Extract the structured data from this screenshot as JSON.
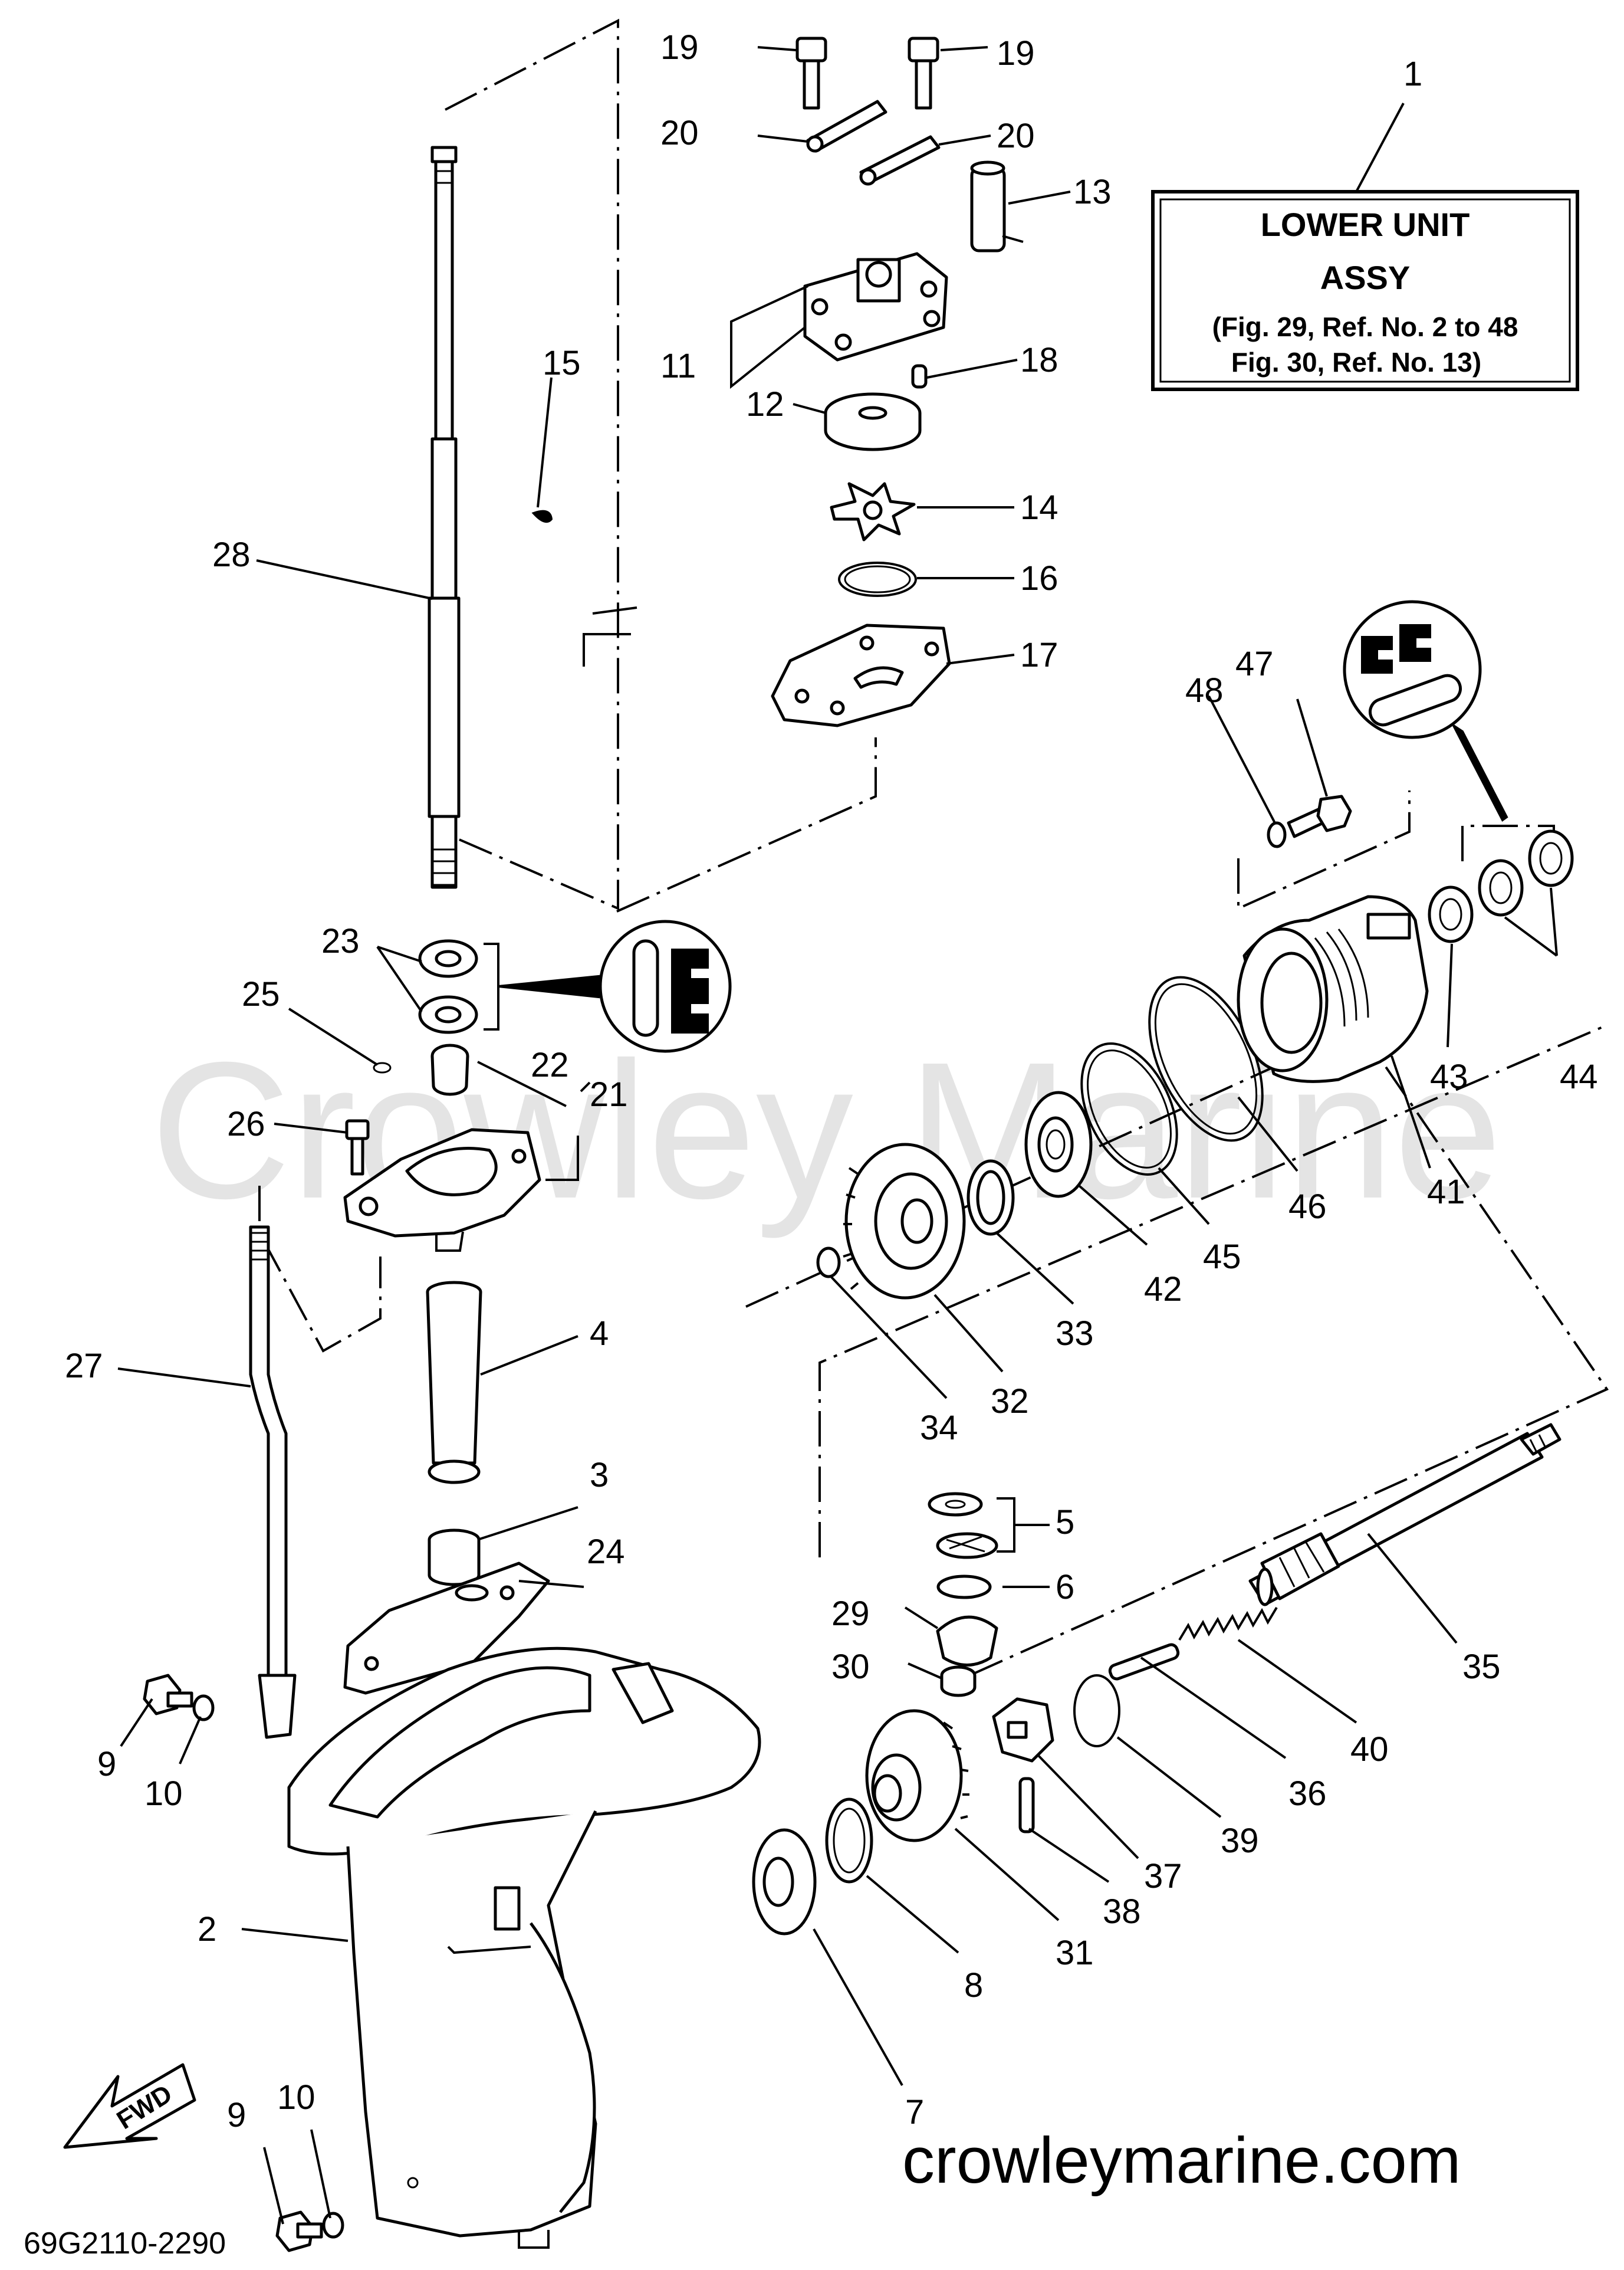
{
  "watermark": "Crowley Marine",
  "site": "crowleymarine.com",
  "diagram_code": "69G2110-2290",
  "fwd_label": "FWD",
  "assy_box": {
    "line1": "LOWER UNIT",
    "line2": "ASSY",
    "line3": "(Fig. 29, Ref. No. 2 to 48",
    "line4": "Fig. 30, Ref. No. 13)"
  },
  "callouts": [
    {
      "id": "c1",
      "text": "1"
    },
    {
      "id": "c2",
      "text": "2"
    },
    {
      "id": "c3",
      "text": "3"
    },
    {
      "id": "c4",
      "text": "4"
    },
    {
      "id": "c5",
      "text": "5"
    },
    {
      "id": "c6",
      "text": "6"
    },
    {
      "id": "c7",
      "text": "7"
    },
    {
      "id": "c8",
      "text": "8"
    },
    {
      "id": "c9a",
      "text": "9"
    },
    {
      "id": "c9b",
      "text": "9"
    },
    {
      "id": "c10a",
      "text": "10"
    },
    {
      "id": "c10b",
      "text": "10"
    },
    {
      "id": "c11",
      "text": "11"
    },
    {
      "id": "c12",
      "text": "12"
    },
    {
      "id": "c13",
      "text": "13"
    },
    {
      "id": "c14",
      "text": "14"
    },
    {
      "id": "c15",
      "text": "15"
    },
    {
      "id": "c16",
      "text": "16"
    },
    {
      "id": "c17",
      "text": "17"
    },
    {
      "id": "c18",
      "text": "18"
    },
    {
      "id": "c19a",
      "text": "19"
    },
    {
      "id": "c19b",
      "text": "19"
    },
    {
      "id": "c20a",
      "text": "20"
    },
    {
      "id": "c20b",
      "text": "20"
    },
    {
      "id": "c21",
      "text": "21"
    },
    {
      "id": "c22",
      "text": "22"
    },
    {
      "id": "c23",
      "text": "23"
    },
    {
      "id": "c24",
      "text": "24"
    },
    {
      "id": "c25",
      "text": "25"
    },
    {
      "id": "c26",
      "text": "26"
    },
    {
      "id": "c27",
      "text": "27"
    },
    {
      "id": "c28",
      "text": "28"
    },
    {
      "id": "c29",
      "text": "29"
    },
    {
      "id": "c30",
      "text": "30"
    },
    {
      "id": "c31",
      "text": "31"
    },
    {
      "id": "c32",
      "text": "32"
    },
    {
      "id": "c33",
      "text": "33"
    },
    {
      "id": "c34",
      "text": "34"
    },
    {
      "id": "c35",
      "text": "35"
    },
    {
      "id": "c36",
      "text": "36"
    },
    {
      "id": "c37",
      "text": "37"
    },
    {
      "id": "c38",
      "text": "38"
    },
    {
      "id": "c39",
      "text": "39"
    },
    {
      "id": "c40",
      "text": "40"
    },
    {
      "id": "c41",
      "text": "41"
    },
    {
      "id": "c42",
      "text": "42"
    },
    {
      "id": "c43",
      "text": "43"
    },
    {
      "id": "c44",
      "text": "44"
    },
    {
      "id": "c45",
      "text": "45"
    },
    {
      "id": "c46",
      "text": "46"
    },
    {
      "id": "c47",
      "text": "47"
    },
    {
      "id": "c48",
      "text": "48"
    }
  ]
}
